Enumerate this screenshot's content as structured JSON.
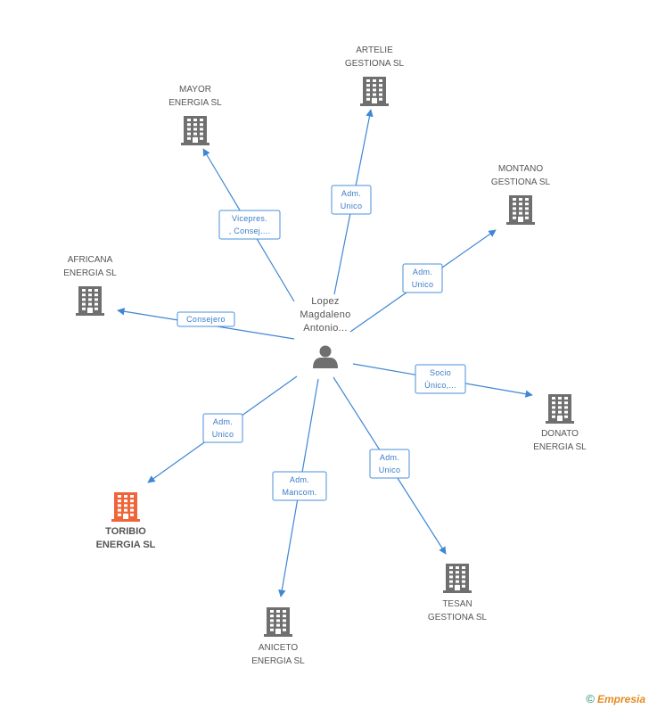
{
  "center": {
    "label_lines": [
      "Lopez",
      "Magdaleno",
      "Antonio..."
    ],
    "icon": "person-icon"
  },
  "companies": [
    {
      "id": "artelie",
      "lines": [
        "ARTELIE",
        "GESTIONA SL"
      ],
      "relation": [
        "Adm.",
        "Unico"
      ],
      "highlight": false,
      "icon": "building-icon"
    },
    {
      "id": "mayor",
      "lines": [
        "MAYOR",
        "ENERGIA SL"
      ],
      "relation": [
        "Vicepres.",
        ", Consej...."
      ],
      "highlight": false,
      "icon": "building-icon"
    },
    {
      "id": "montano",
      "lines": [
        "MONTANO",
        "GESTIONA SL"
      ],
      "relation": [
        "Adm.",
        "Unico"
      ],
      "highlight": false,
      "icon": "building-icon"
    },
    {
      "id": "africana",
      "lines": [
        "AFRICANA",
        "ENERGIA SL"
      ],
      "relation": [
        "Consejero"
      ],
      "highlight": false,
      "icon": "building-icon"
    },
    {
      "id": "donato",
      "lines": [
        "DONATO",
        "ENERGIA SL"
      ],
      "relation": [
        "Socio",
        "Único,..."
      ],
      "highlight": false,
      "icon": "building-icon"
    },
    {
      "id": "toribio",
      "lines": [
        "TORIBIO",
        "ENERGIA SL"
      ],
      "relation": [
        "Adm.",
        "Unico"
      ],
      "highlight": true,
      "icon": "building-icon"
    },
    {
      "id": "aniceto",
      "lines": [
        "ANICETO",
        "ENERGIA SL"
      ],
      "relation": [
        "Adm.",
        "Mancom."
      ],
      "highlight": false,
      "icon": "building-icon"
    },
    {
      "id": "tesan",
      "lines": [
        "TESAN",
        "GESTIONA SL"
      ],
      "relation": [
        "Adm.",
        "Unico"
      ],
      "highlight": false,
      "icon": "building-icon"
    }
  ],
  "colors": {
    "edge": "#3f86d4",
    "building": "#6f6f6f",
    "building_highlight": "#f0643a",
    "person": "#6f6f6f"
  },
  "footer": {
    "copyright": "©",
    "brand": "Empresia"
  }
}
